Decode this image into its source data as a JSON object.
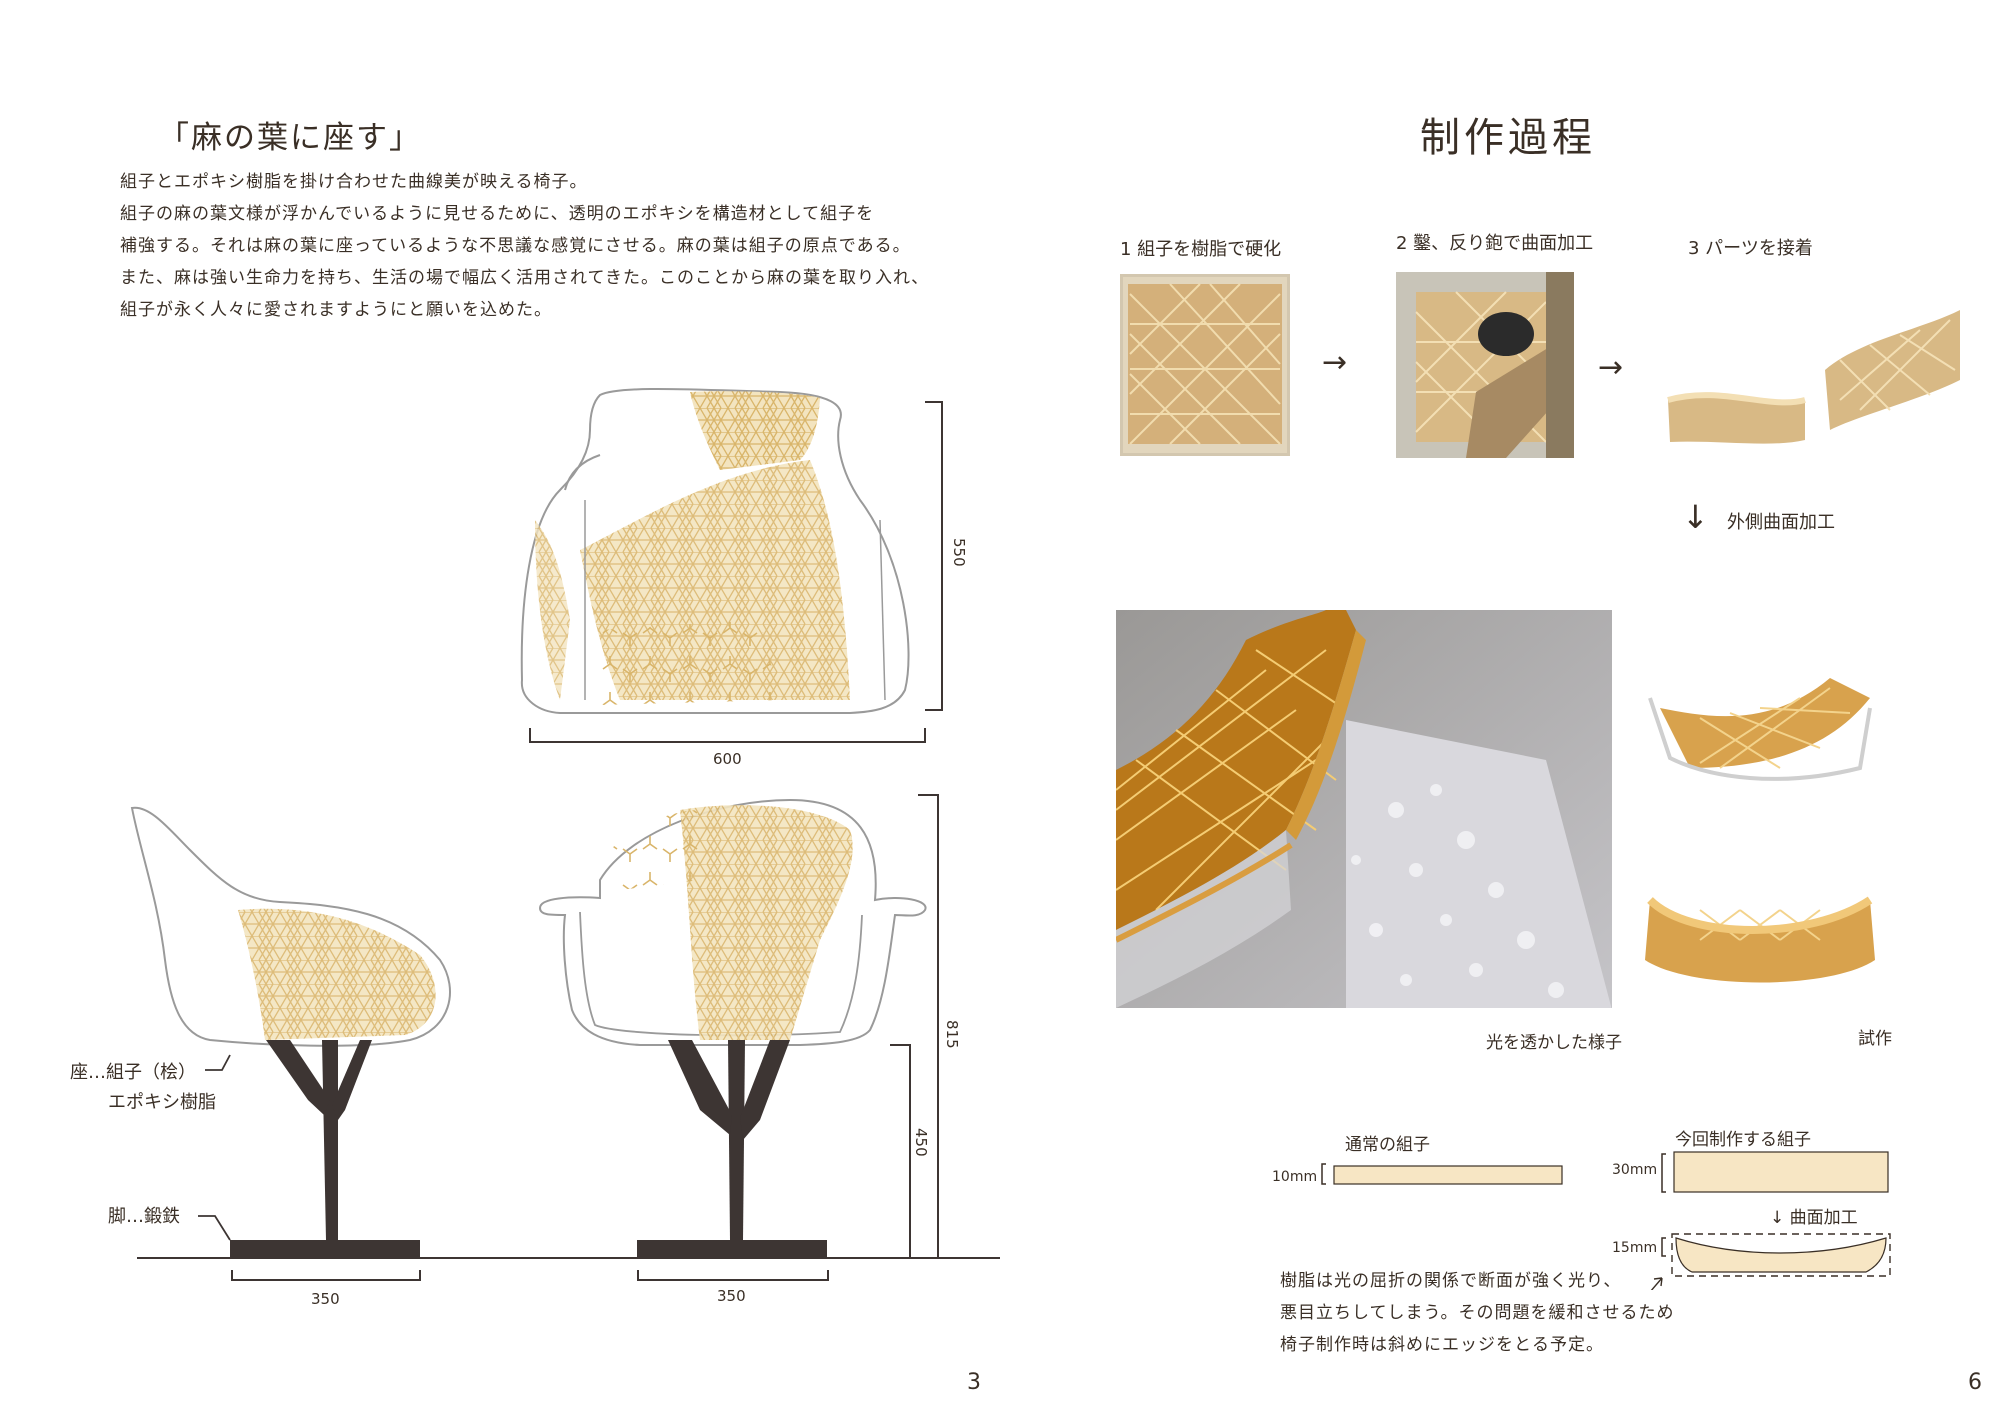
{
  "left_page": {
    "title": "「麻の葉に座す」",
    "paragraph": [
      "組子とエポキシ樹脂を掛け合わせた曲線美が映える椅子。",
      "組子の麻の葉文様が浮かんでいるように見せるために、透明のエポキシを構造材として組子を",
      "補強する。それは麻の葉に座っているような不思議な感覚にさせる。麻の葉は組子の原点である。",
      "また、麻は強い生命力を持ち、生活の場で幅広く活用されてきた。このことから麻の葉を取り入れ、",
      "組子が永く人々に愛されますようにと願いを込めた。"
    ],
    "dims": {
      "top_height": "550",
      "top_width": "600",
      "total_height": "815",
      "leg_height": "450",
      "side_base": "350",
      "front_base": "350"
    },
    "labels": {
      "seat_line1": "座…組子（桧）",
      "seat_line2": "エポキシ樹脂",
      "leg": "脚…鍛鉄"
    },
    "page_number": "3"
  },
  "right_page": {
    "title": "制作過程",
    "steps": [
      "1 組子を樹脂で硬化",
      "2 鑿、反り鉋で曲面加工",
      "3 パーツを接着"
    ],
    "outer_step": "外側曲面加工",
    "caption_light": "光を透かした様子",
    "caption_trial": "試作",
    "normal_kumiko": "通常の組子",
    "this_kumiko": "今回制作する組子",
    "dim_10": "10mm",
    "dim_30": "30mm",
    "dim_15": "15mm",
    "curve_process": "↓ 曲面加工",
    "note": [
      "樹脂は光の屈折の関係で断面が強く光り、",
      "悪目立ちしてしまう。その問題を緩和させるため",
      "椅子制作時は斜めにエッジをとる予定。"
    ],
    "page_number": "6"
  },
  "colors": {
    "wood": "#e6c98a",
    "pattern": "#d9b56a",
    "steel": "#3d3533",
    "outline": "#9a9a9a",
    "text": "#3a2f26"
  }
}
